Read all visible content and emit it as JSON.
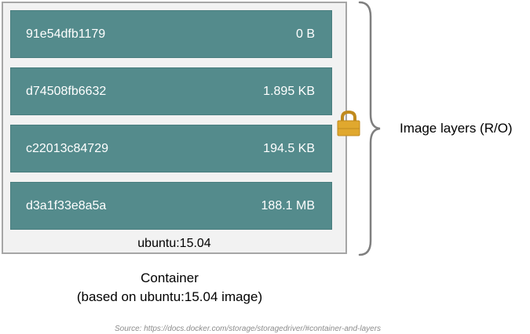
{
  "image": {
    "name": "ubuntu:15.04",
    "layers": [
      {
        "id": "91e54dfb1179",
        "size": "0 B"
      },
      {
        "id": "d74508fb6632",
        "size": "1.895 KB"
      },
      {
        "id": "c22013c84729",
        "size": "194.5 KB"
      },
      {
        "id": "d3a1f33e8a5a",
        "size": "188.1 MB"
      }
    ]
  },
  "layers_label": "Image layers (R/O)",
  "lock_icon": "padlock-icon",
  "container": {
    "title": "Container",
    "subtitle": "(based on ubuntu:15.04 image)"
  },
  "source": "Source: https://docs.docker.com/storage/storagedriver/#container-and-layers",
  "colors": {
    "layer_fill": "#548b8c",
    "image_box_fill": "#f2f2f2",
    "image_box_border": "#a6a6a6",
    "lock": "#e0a82e"
  }
}
